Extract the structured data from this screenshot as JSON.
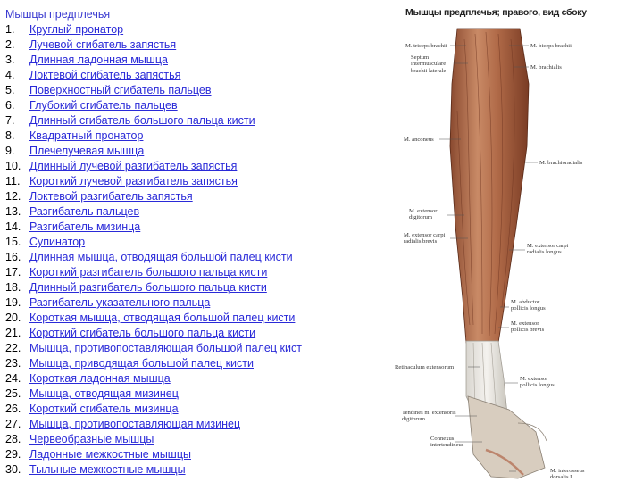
{
  "list": {
    "title": "Мышцы предплечья",
    "items": [
      {
        "num": "1.",
        "label": "Круглый пронатор"
      },
      {
        "num": "2.",
        "label": "Лучевой сгибатель запястья"
      },
      {
        "num": "3.",
        "label": "Длинная ладонная мышца"
      },
      {
        "num": "4.",
        "label": "Локтевой сгибатель запястья"
      },
      {
        "num": "5.",
        "label": "Поверхностный сгибатель пальцев"
      },
      {
        "num": "6.",
        "label": "Глубокий сгибатель пальцев"
      },
      {
        "num": "7.",
        "label": "Длинный сгибатель большого пальца кисти"
      },
      {
        "num": "8.",
        "label": "Квадратный пронатор"
      },
      {
        "num": "9.",
        "label": "Плечелучевая мышца"
      },
      {
        "num": "10.",
        "label": "Длинный лучевой разгибатель запястья"
      },
      {
        "num": "11.",
        "label": "Короткий лучевой разгибатель запястья"
      },
      {
        "num": "12.",
        "label": "Локтевой разгибатель запястья"
      },
      {
        "num": "13.",
        "label": "Разгибатель пальцев"
      },
      {
        "num": "14.",
        "label": "Разгибатель мизинца"
      },
      {
        "num": "15.",
        "label": "Супинатор"
      },
      {
        "num": "16.",
        "label": "Длинная мышца, отводящая большой палец кисти"
      },
      {
        "num": "17.",
        "label": "Короткий разгибатель большого пальца кисти"
      },
      {
        "num": "18.",
        "label": "Длинный разгибатель большого пальца кисти"
      },
      {
        "num": "19.",
        "label": "Разгибатель указательного пальца"
      },
      {
        "num": "20.",
        "label": "Короткая мышца, отводящая большой палец кисти"
      },
      {
        "num": "21.",
        "label": "Короткий сгибатель большого пальца кисти"
      },
      {
        "num": "22.",
        "label": "Мышца, противопоставляющая большой палец кист"
      },
      {
        "num": "23.",
        "label": "Мышца, приводящая большой палец кисти"
      },
      {
        "num": "24.",
        "label": "Короткая ладонная мышца"
      },
      {
        "num": "25.",
        "label": "Мышца, отводящая мизинец"
      },
      {
        "num": "26.",
        "label": "Короткий сгибатель мизинца"
      },
      {
        "num": "27.",
        "label": "Мышца, противопоставляющая мизинец"
      },
      {
        "num": "28.",
        "label": "Червеобразные мышцы"
      },
      {
        "num": "29.",
        "label": "Ладонные межкостные мышцы"
      },
      {
        "num": "30.",
        "label": "Тыльные межкостные мышцы"
      }
    ]
  },
  "figure": {
    "title": "Мышцы предплечья; правого, вид сбоку",
    "labels": {
      "triceps": "M. triceps brachii",
      "biceps": "M. biceps brachii",
      "septum": "Septum\nintermusculare\nbrachii laterale",
      "brachialis": "M. brachialis",
      "anconeus": "M. anconeus",
      "brachioradialis": "M. brachioradialis",
      "ext_digitorum": "M. extensor\ndigitorum",
      "ext_carpi_brevis": "M. extensor carpi\nradialis brevis",
      "ext_carpi_longus": "M. extensor carpi\nradialis longus",
      "abd_pollicis": "M. abductor\npollicis longus",
      "ext_poll_brevis": "M. extensor\npollicis brevis",
      "retinaculum": "Retinaculum extensorum",
      "ext_poll_longus": "M. extensor\npollicis longus",
      "tendines": "Tendines m. extensoris\ndigitorum",
      "connexus": "Connexus\nintertendineus",
      "interossei": "M. interosseus\ndorsalis I"
    }
  }
}
